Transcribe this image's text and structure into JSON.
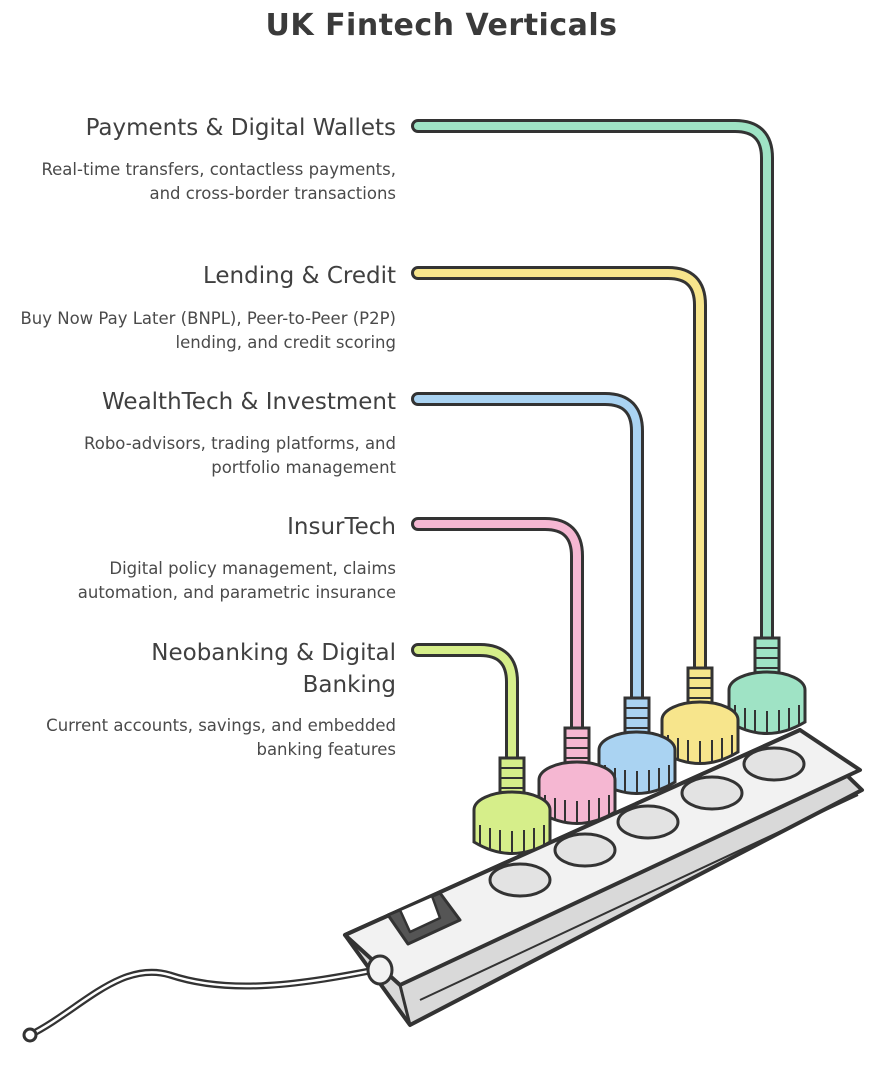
{
  "title": "UK Fintech Verticals",
  "verticals": [
    {
      "name": "Payments & Digital Wallets",
      "description": "Real-time transfers, contactless payments, and cross-border transactions",
      "color": "#9fe3c5"
    },
    {
      "name": "Lending & Credit",
      "description": "Buy Now Pay Later (BNPL), Peer-to-Peer (P2P) lending, and credit scoring",
      "color": "#f7e58c"
    },
    {
      "name": "WealthTech & Investment",
      "description": "Robo-advisors, trading platforms, and portfolio management",
      "color": "#aad3f2"
    },
    {
      "name": "InsurTech",
      "description": "Digital policy management, claims automation, and parametric insurance",
      "color": "#f5b7d2"
    },
    {
      "name": "Neobanking & Digital Banking",
      "description": "Current accounts, savings, and embedded banking features",
      "color": "#d6ee8a"
    }
  ],
  "colors": {
    "ink": "#333333",
    "strip_fill": "#f2f2f2",
    "outlet_fill": "#e3e3e3"
  },
  "icons": {
    "power_strip": "power-strip-icon",
    "plug": "plug-icon",
    "switch": "power-switch-icon"
  }
}
